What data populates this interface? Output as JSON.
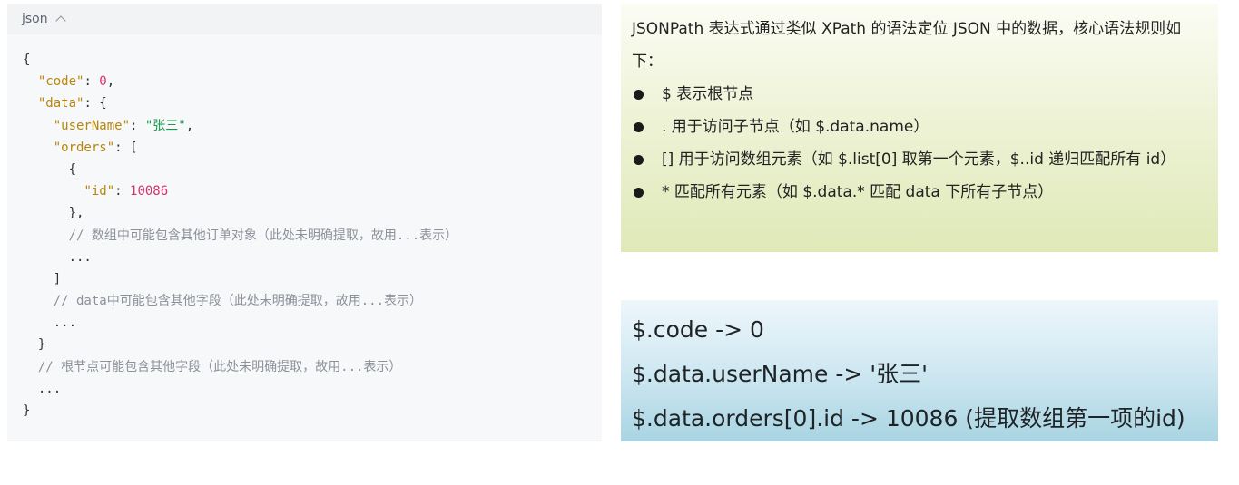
{
  "code_block": {
    "language": "json",
    "lines": [
      [
        {
          "t": "{",
          "c": ""
        }
      ],
      [
        {
          "t": "  ",
          "c": ""
        },
        {
          "t": "\"code\"",
          "c": "k"
        },
        {
          "t": ": ",
          "c": ""
        },
        {
          "t": "0",
          "c": "n"
        },
        {
          "t": ",",
          "c": ""
        }
      ],
      [
        {
          "t": "  ",
          "c": ""
        },
        {
          "t": "\"data\"",
          "c": "k"
        },
        {
          "t": ": {",
          "c": ""
        }
      ],
      [
        {
          "t": "    ",
          "c": ""
        },
        {
          "t": "\"userName\"",
          "c": "k"
        },
        {
          "t": ": ",
          "c": ""
        },
        {
          "t": "\"张三\"",
          "c": "s"
        },
        {
          "t": ",",
          "c": ""
        }
      ],
      [
        {
          "t": "    ",
          "c": ""
        },
        {
          "t": "\"orders\"",
          "c": "k"
        },
        {
          "t": ": [",
          "c": ""
        }
      ],
      [
        {
          "t": "      {",
          "c": ""
        }
      ],
      [
        {
          "t": "        ",
          "c": ""
        },
        {
          "t": "\"id\"",
          "c": "k"
        },
        {
          "t": ": ",
          "c": ""
        },
        {
          "t": "10086",
          "c": "n"
        }
      ],
      [
        {
          "t": "      },",
          "c": ""
        }
      ],
      [
        {
          "t": "      ",
          "c": ""
        },
        {
          "t": "// 数组中可能包含其他订单对象（此处未明确提取，故用...表示）",
          "c": "c"
        }
      ],
      [
        {
          "t": "      ...",
          "c": ""
        }
      ],
      [
        {
          "t": "    ]",
          "c": ""
        }
      ],
      [
        {
          "t": "    ",
          "c": ""
        },
        {
          "t": "// data中可能包含其他字段（此处未明确提取，故用...表示）",
          "c": "c"
        }
      ],
      [
        {
          "t": "    ...",
          "c": ""
        }
      ],
      [
        {
          "t": "  }",
          "c": ""
        }
      ],
      [
        {
          "t": "  ",
          "c": ""
        },
        {
          "t": "// 根节点可能包含其他字段（此处未明确提取，故用...表示）",
          "c": "c"
        }
      ],
      [
        {
          "t": "  ...",
          "c": ""
        }
      ],
      [
        {
          "t": "}",
          "c": ""
        }
      ]
    ]
  },
  "rules": {
    "intro": "JSONPath 表达式通过类似 XPath 的语法定位 JSON 中的数据，核心语法规则如下：",
    "items": [
      "$ 表示根节点",
      ". 用于访问子节点（如 $.data.name）",
      "[] 用于访问数组元素（如 $.list[0] 取第一个元素，$..id 递归匹配所有 id）",
      "* 匹配所有元素（如 $.data.* 匹配 data 下所有子节点）"
    ]
  },
  "examples": [
    "$.code -> 0",
    "$.data.userName -> '张三'",
    "$.data.orders[0].id -> 10086 (提取数组第一项的id)"
  ],
  "colors": {
    "json_key": "#b8860b",
    "json_number": "#d6336c",
    "json_string": "#159a4a",
    "json_comment": "#8c919a"
  }
}
